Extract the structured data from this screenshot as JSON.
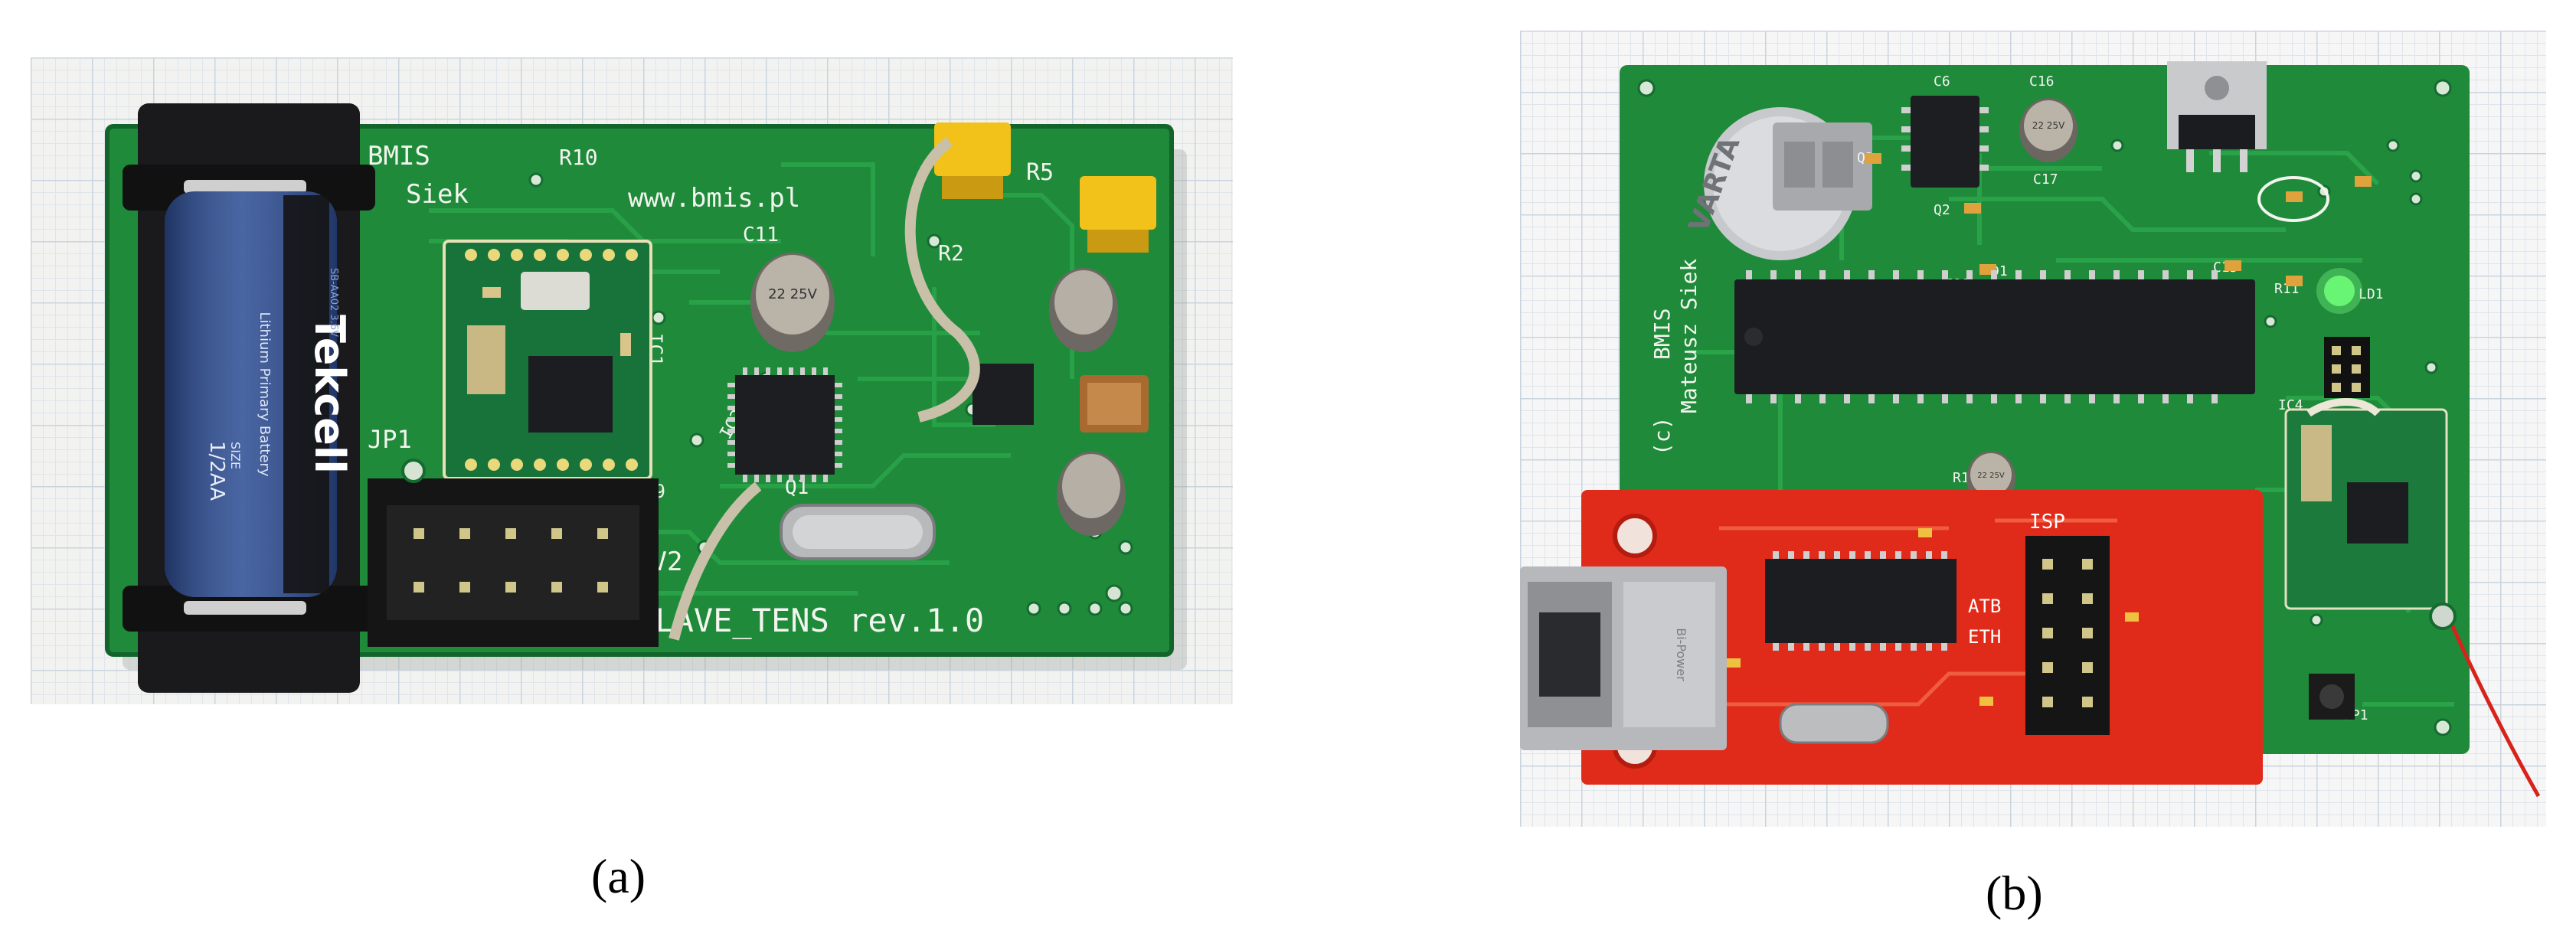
{
  "captions": {
    "a": "(a)",
    "b": "(b)"
  },
  "board_a": {
    "brand": "BMIS",
    "author": "Siek",
    "url": "www.bmis.pl",
    "title": "SLAVE_TENS rev.1.0",
    "labels": {
      "r10": "R10",
      "r5": "R5",
      "r2": "R2",
      "c11": "C11",
      "jp1": "JP1",
      "sv2": "SV2",
      "q1": "Q1",
      "r9": "R9",
      "ic1": "IC1",
      "ic2": "IC2"
    },
    "battery": {
      "brand": "Tekcell",
      "type": "Lithium Primary Battery",
      "size": "SIZE",
      "cell": "1/2AA",
      "spec": "SB-AA02 3.6V"
    },
    "cap_marks": {
      "c11": "22 25V"
    }
  },
  "board_b": {
    "brand": "BMIS",
    "author": "Mateusz Siek",
    "copyright": "(c)",
    "battery_brand": "VARTA",
    "labels": {
      "c6": "C6",
      "c16": "C16",
      "c17": "C17",
      "q2": "Q2",
      "q3": "Q3",
      "c10": "C10",
      "d1": "D1",
      "c15": "C15",
      "r11": "R11",
      "ld1": "LD1",
      "r1": "R1",
      "ic4": "IC4",
      "isp": "ISP",
      "atb": "ATB",
      "eth": "ETH",
      "jp1": "JP1"
    },
    "eth_module_marks": {
      "jack_brand": "Bi-Power"
    },
    "cap_marks": {
      "c17": "22 25V",
      "r1": "22 25V"
    }
  },
  "colors": {
    "pcb_green": "#1f8a3a",
    "eth_red": "#e02a1a",
    "jumper_yellow": "#f2c21a"
  }
}
